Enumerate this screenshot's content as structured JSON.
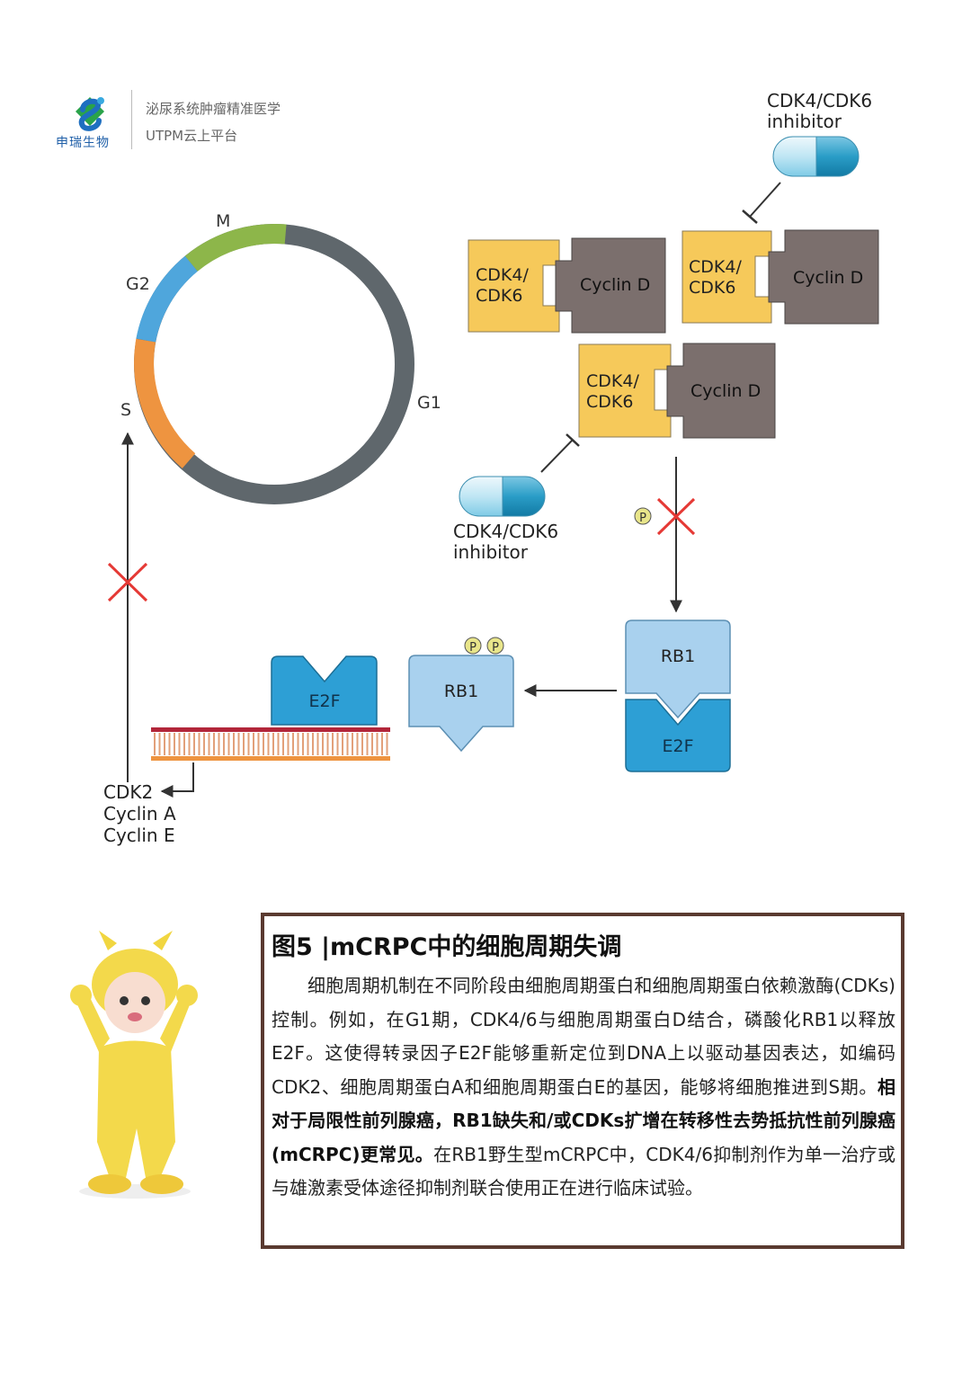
{
  "header": {
    "brand_name": "申瑞生物",
    "line1": "泌尿系统肿瘤精准医学",
    "line2": "UTPM云上平台"
  },
  "cycle": {
    "phase_m": "M",
    "phase_g2": "G2",
    "phase_s": "S",
    "phase_g1": "G1"
  },
  "complex": {
    "cdk_line1": "CDK4/",
    "cdk_line2": "CDK6",
    "cyclin": "Cyclin D"
  },
  "inhibitor": {
    "line1": "CDK4/CDK6",
    "line2": "inhibitor"
  },
  "pathway": {
    "phospho": "P",
    "rb1": "RB1",
    "e2f": "E2F",
    "target_genes": [
      "CDK2",
      "Cyclin A",
      "Cyclin E"
    ]
  },
  "caption": {
    "title": "图5 |mCRPC中的细胞周期失调",
    "text_normal1": "细胞周期机制在不同阶段由细胞周期蛋白和细胞周期蛋白依赖激酶(CDKs)控制。例如，在G1期，CDK4/6与细胞周期蛋白D结合，磷酸化RB1以释放E2F。这使得转录因子E2F能够重新定位到DNA上以驱动基因表达，如编码CDK2、细胞周期蛋白A和细胞周期蛋白E的基因，能够将细胞推进到S期。",
    "text_bold": "相对于局限性前列腺癌，RB1缺失和/或CDKs扩增在转移性去势抵抗性前列腺癌(mCRPC)更常见。",
    "text_normal2": "在RB1野生型mCRPC中，CDK4/6抑制剂作为单一治疗或与雄激素受体途径抑制剂联合使用正在进行临床试验。"
  },
  "colors": {
    "cycle_grey": "#5f676c",
    "cycle_green": "#8db64a",
    "cycle_blue": "#4fa6dc",
    "cycle_orange": "#ee9440",
    "cdk_yellow": "#f6c95a",
    "cyclin_grey": "#7b6f6d",
    "rb1_blue": "#a9d1ee",
    "e2f_blue": "#2d9fd5",
    "inhibit_red": "#e53935",
    "caption_border": "#5a3a30"
  }
}
